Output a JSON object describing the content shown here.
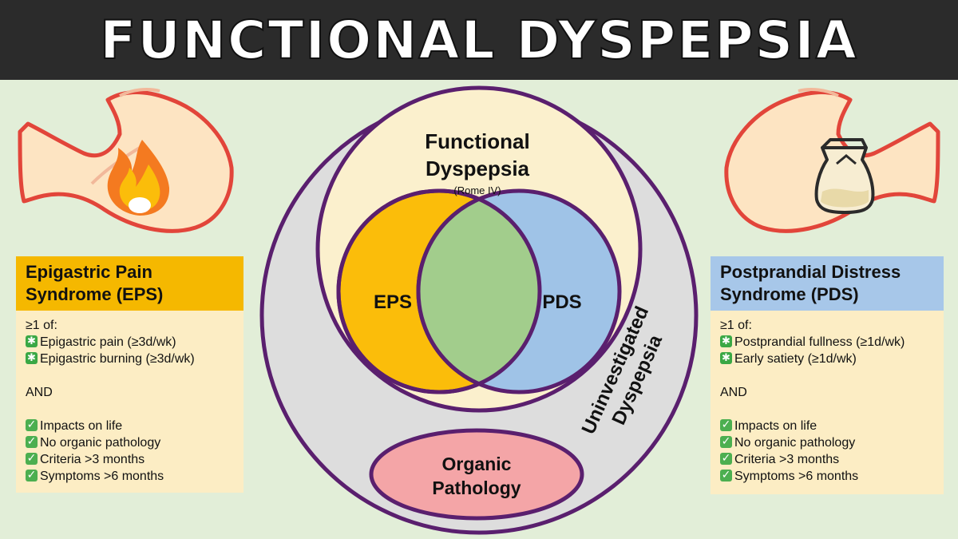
{
  "header": {
    "title": "Functional Dyspepsia"
  },
  "diagram": {
    "functional_title_line1": "Functional",
    "functional_title_line2": "Dyspepsia",
    "functional_subtitle": "(Rome IV)",
    "eps_label": "EPS",
    "pds_label": "PDS",
    "uninvestigated_line1": "Uninvestigated",
    "uninvestigated_line2": "Dyspepsia",
    "organic_line1": "Organic",
    "organic_line2": "Pathology"
  },
  "eps_box": {
    "title_line1": "Epigastric Pain",
    "title_line2": "Syndrome (EPS)",
    "intro": "≥1 of:",
    "symptoms": [
      "Epigastric pain (≥3d/wk)",
      "Epigastric burning (≥3d/wk)"
    ],
    "and": "AND",
    "criteria": [
      "Impacts on life",
      "No organic pathology",
      "Criteria >3 months",
      "Symptoms >6 months"
    ]
  },
  "pds_box": {
    "title_line1": "Postprandial Distress",
    "title_line2": "Syndrome (PDS)",
    "intro": "≥1 of:",
    "symptoms": [
      "Postprandial fullness (≥1d/wk)",
      "Early satiety (≥1d/wk)"
    ],
    "and": "AND",
    "criteria": [
      "Impacts on life",
      "No organic pathology",
      "Criteria >3 months",
      "Symptoms >6 months"
    ]
  },
  "colors": {
    "background": "#e2eed8",
    "header": "#2b2b2b",
    "outline": "#5a1f6e",
    "outer_fill": "#dddddd",
    "inner_fill": "#fbf0cd",
    "eps": "#fbbd0a",
    "pds": "#9fc3e7",
    "overlap": "#a2cd8c",
    "organic": "#f4a5a7",
    "eps_header": "#f5b800",
    "pds_header": "#a7c7e9",
    "box_body": "#fcedc4",
    "check": "#4caf50"
  },
  "icons": [
    "stomach-flame-icon",
    "stomach-food-icon",
    "star-icon",
    "check-icon"
  ]
}
